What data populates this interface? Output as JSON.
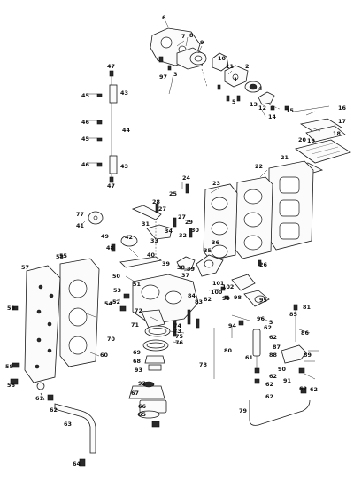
{
  "diagram": {
    "part_numbers": [
      {
        "id": "1"
      },
      {
        "id": "2"
      },
      {
        "id": "3"
      },
      {
        "id": "4"
      },
      {
        "id": "5"
      },
      {
        "id": "6"
      },
      {
        "id": "7"
      },
      {
        "id": "8"
      },
      {
        "id": "9"
      },
      {
        "id": "10"
      },
      {
        "id": "11"
      },
      {
        "id": "12"
      },
      {
        "id": "13"
      },
      {
        "id": "14"
      },
      {
        "id": "15"
      },
      {
        "id": "16"
      },
      {
        "id": "17"
      },
      {
        "id": "18"
      },
      {
        "id": "19"
      },
      {
        "id": "20"
      },
      {
        "id": "21"
      },
      {
        "id": "22"
      },
      {
        "id": "23"
      },
      {
        "id": "24"
      },
      {
        "id": "25"
      },
      {
        "id": "26"
      },
      {
        "id": "27"
      },
      {
        "id": "28"
      },
      {
        "id": "29"
      },
      {
        "id": "30"
      },
      {
        "id": "31"
      },
      {
        "id": "32"
      },
      {
        "id": "33"
      },
      {
        "id": "34"
      },
      {
        "id": "35"
      },
      {
        "id": "36"
      },
      {
        "id": "37"
      },
      {
        "id": "38"
      },
      {
        "id": "39"
      },
      {
        "id": "40"
      },
      {
        "id": "41"
      },
      {
        "id": "42"
      },
      {
        "id": "43"
      },
      {
        "id": "44"
      },
      {
        "id": "45"
      },
      {
        "id": "46"
      },
      {
        "id": "47"
      },
      {
        "id": "48"
      },
      {
        "id": "49"
      },
      {
        "id": "50"
      },
      {
        "id": "51"
      },
      {
        "id": "52"
      },
      {
        "id": "53"
      },
      {
        "id": "54"
      },
      {
        "id": "55"
      },
      {
        "id": "56"
      },
      {
        "id": "57"
      },
      {
        "id": "58"
      },
      {
        "id": "59"
      },
      {
        "id": "60"
      },
      {
        "id": "61"
      },
      {
        "id": "62"
      },
      {
        "id": "63"
      },
      {
        "id": "64"
      },
      {
        "id": "65"
      },
      {
        "id": "66"
      },
      {
        "id": "67"
      },
      {
        "id": "68"
      },
      {
        "id": "69"
      },
      {
        "id": "70"
      },
      {
        "id": "71"
      },
      {
        "id": "72"
      },
      {
        "id": "73"
      },
      {
        "id": "74"
      },
      {
        "id": "75"
      },
      {
        "id": "76"
      },
      {
        "id": "77"
      },
      {
        "id": "78"
      },
      {
        "id": "79"
      },
      {
        "id": "80"
      },
      {
        "id": "81"
      },
      {
        "id": "82"
      },
      {
        "id": "83"
      },
      {
        "id": "84"
      },
      {
        "id": "85"
      },
      {
        "id": "86"
      },
      {
        "id": "87"
      },
      {
        "id": "88"
      },
      {
        "id": "89"
      },
      {
        "id": "90"
      },
      {
        "id": "91"
      },
      {
        "id": "92"
      },
      {
        "id": "93"
      },
      {
        "id": "94"
      },
      {
        "id": "95"
      },
      {
        "id": "96"
      },
      {
        "id": "97"
      },
      {
        "id": "98"
      },
      {
        "id": "99"
      },
      {
        "id": "100"
      },
      {
        "id": "101"
      },
      {
        "id": "102"
      }
    ],
    "labels": [
      {
        "text": "6"
      },
      {
        "text": "7"
      },
      {
        "text": "8"
      },
      {
        "text": "9"
      },
      {
        "text": "10"
      },
      {
        "text": "11"
      },
      {
        "text": "2"
      },
      {
        "text": "1"
      },
      {
        "text": "3"
      },
      {
        "text": "97"
      },
      {
        "text": "4"
      },
      {
        "text": "5"
      },
      {
        "text": "12"
      },
      {
        "text": "13"
      },
      {
        "text": "14"
      },
      {
        "text": "15"
      },
      {
        "text": "16"
      },
      {
        "text": "17"
      },
      {
        "text": "18"
      },
      {
        "text": "19"
      },
      {
        "text": "20"
      },
      {
        "text": "21"
      },
      {
        "text": "22"
      },
      {
        "text": "23"
      },
      {
        "text": "24"
      },
      {
        "text": "25"
      },
      {
        "text": "26"
      },
      {
        "text": "47"
      },
      {
        "text": "43"
      },
      {
        "text": "45"
      },
      {
        "text": "46"
      },
      {
        "text": "44"
      },
      {
        "text": "45"
      },
      {
        "text": "46"
      },
      {
        "text": "43"
      },
      {
        "text": "47"
      },
      {
        "text": "77"
      },
      {
        "text": "41"
      },
      {
        "text": "28"
      },
      {
        "text": "27"
      },
      {
        "text": "31"
      },
      {
        "text": "34"
      },
      {
        "text": "33"
      },
      {
        "text": "27"
      },
      {
        "text": "29"
      },
      {
        "text": "32"
      },
      {
        "text": "30"
      },
      {
        "text": "42"
      },
      {
        "text": "49"
      },
      {
        "text": "48"
      },
      {
        "text": "40"
      },
      {
        "text": "50"
      },
      {
        "text": "39"
      },
      {
        "text": "38"
      },
      {
        "text": "35"
      },
      {
        "text": "36"
      },
      {
        "text": "37"
      },
      {
        "text": "39"
      },
      {
        "text": "51"
      },
      {
        "text": "53"
      },
      {
        "text": "52"
      },
      {
        "text": "54"
      },
      {
        "text": "55"
      },
      {
        "text": "57"
      },
      {
        "text": "58"
      },
      {
        "text": "59"
      },
      {
        "text": "72"
      },
      {
        "text": "71"
      },
      {
        "text": "70"
      },
      {
        "text": "60"
      },
      {
        "text": "73"
      },
      {
        "text": "74"
      },
      {
        "text": "75"
      },
      {
        "text": "76"
      },
      {
        "text": "84"
      },
      {
        "text": "83"
      },
      {
        "text": "82"
      },
      {
        "text": "101"
      },
      {
        "text": "102"
      },
      {
        "text": "100"
      },
      {
        "text": "99"
      },
      {
        "text": "98"
      },
      {
        "text": "95"
      },
      {
        "text": "94"
      },
      {
        "text": "96"
      },
      {
        "text": "3"
      },
      {
        "text": "62"
      },
      {
        "text": "62"
      },
      {
        "text": "81"
      },
      {
        "text": "85"
      },
      {
        "text": "86"
      },
      {
        "text": "87"
      },
      {
        "text": "88"
      },
      {
        "text": "89"
      },
      {
        "text": "90"
      },
      {
        "text": "91"
      },
      {
        "text": "62"
      },
      {
        "text": "61"
      },
      {
        "text": "80"
      },
      {
        "text": "78"
      },
      {
        "text": "69"
      },
      {
        "text": "68"
      },
      {
        "text": "93"
      },
      {
        "text": "92"
      },
      {
        "text": "67"
      },
      {
        "text": "66"
      },
      {
        "text": "65"
      },
      {
        "text": "56"
      },
      {
        "text": "58"
      },
      {
        "text": "61"
      },
      {
        "text": "62"
      },
      {
        "text": "63"
      },
      {
        "text": "64"
      },
      {
        "text": "79"
      },
      {
        "text": "62"
      },
      {
        "text": "62"
      },
      {
        "text": "62"
      },
      {
        "text": "62"
      }
    ]
  }
}
